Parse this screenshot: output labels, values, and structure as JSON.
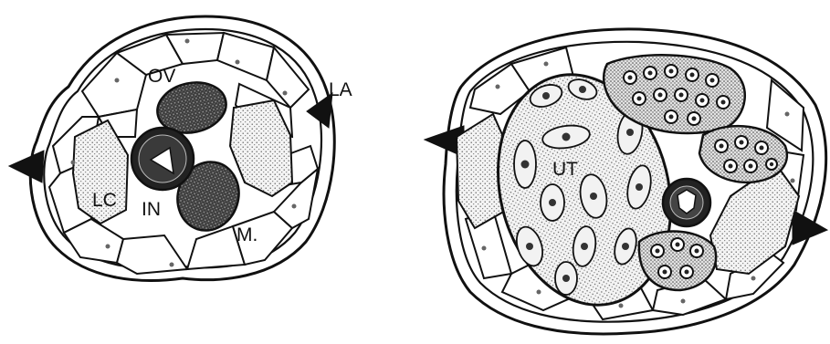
{
  "figure": {
    "labels": {
      "ov": "OV",
      "la": "LA",
      "lc": "LC",
      "in": "IN",
      "m": "M.",
      "ut": "UT"
    },
    "colors": {
      "ink": "#111111",
      "paper": "#ffffff",
      "stipple": "#d9d9d9",
      "dark_tissue": "#444444"
    }
  }
}
